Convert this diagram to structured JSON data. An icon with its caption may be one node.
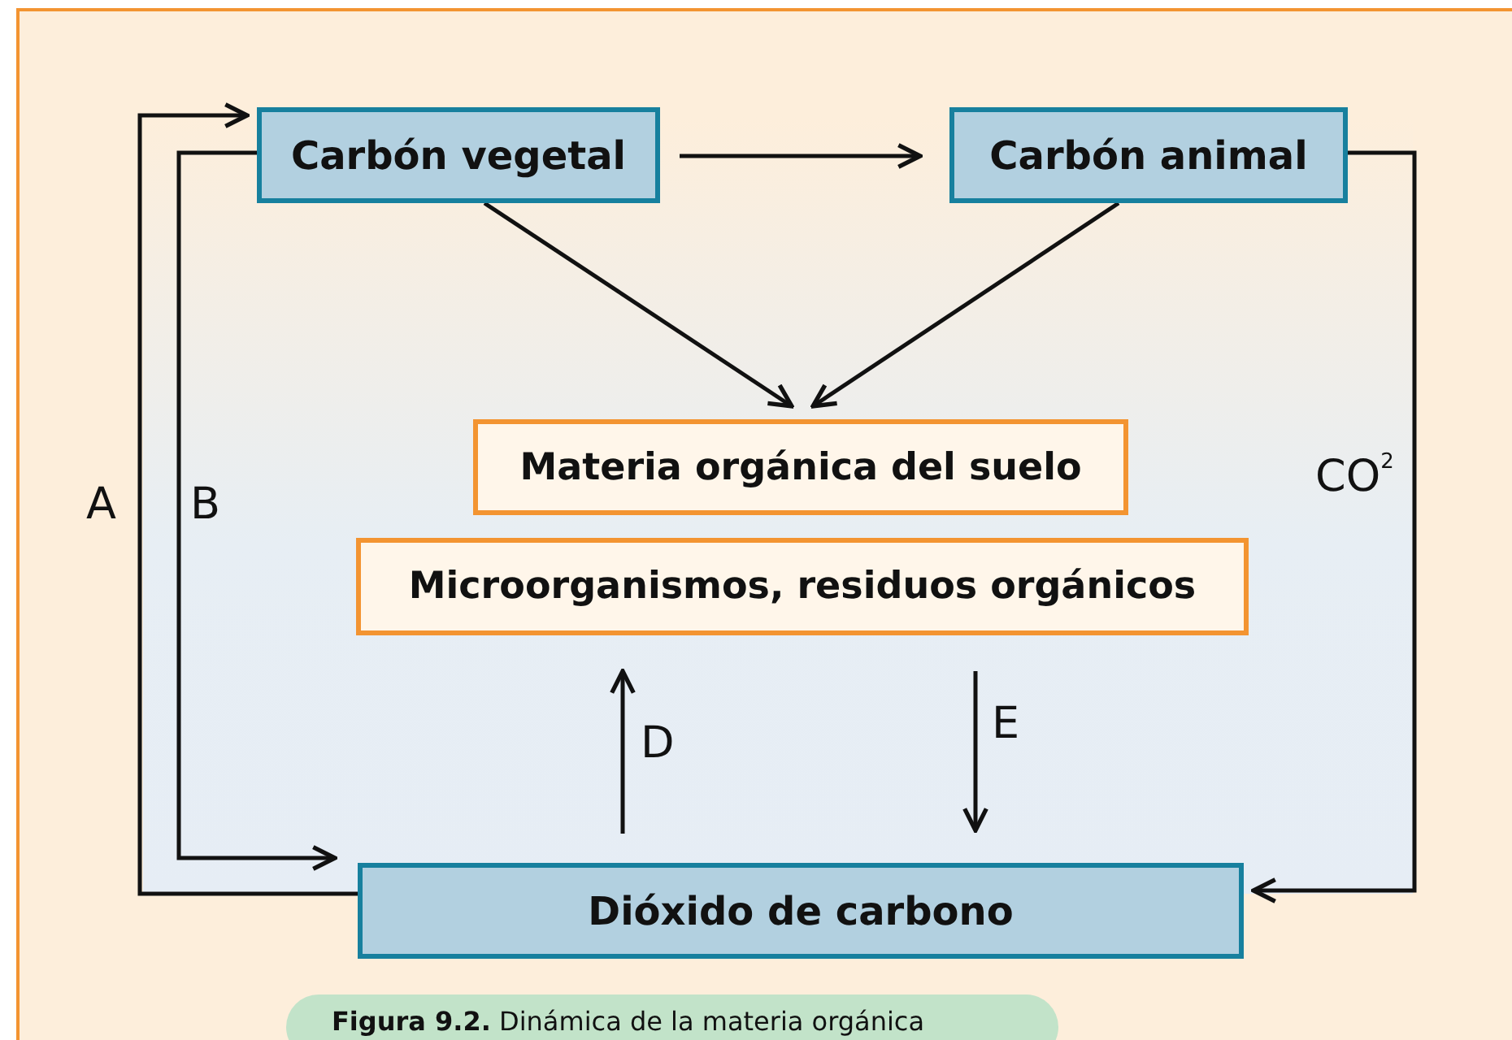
{
  "diagram": {
    "caption": "**Figura 9.2.** Dinámica de la materia orgánica",
    "nodes": [
      {
        "text": [
          "Carbón vegetal"
        ]
      },
      {
        "text": [
          "Carbón animal"
        ]
      },
      {
        "text": [
          "Materia orgánica del suelo"
        ]
      },
      {
        "text": [
          "Microorganismos, residuos orgánicos"
        ]
      },
      {
        "text": [
          "Dióxido de carbono"
        ]
      }
    ],
    "edges": [
      {
        "from": 0,
        "to": 1,
        "arrow": "to"
      },
      {
        "from": 0,
        "to": 2,
        "arrow": "to"
      },
      {
        "from": 1,
        "to": 2,
        "arrow": "to"
      },
      {
        "from": 4,
        "to": 0,
        "arrow": "to",
        "label": "A"
      },
      {
        "from": 0,
        "to": 4,
        "arrow": "to",
        "label": "B"
      },
      {
        "from": 1,
        "to": 4,
        "arrow": "to",
        "label": "CO$^{2}$"
      },
      {
        "from": 4,
        "to": 3,
        "arrow": "to",
        "label": "D"
      },
      {
        "from": 3,
        "to": 4,
        "arrow": "to",
        "label": "E"
      }
    ]
  }
}
